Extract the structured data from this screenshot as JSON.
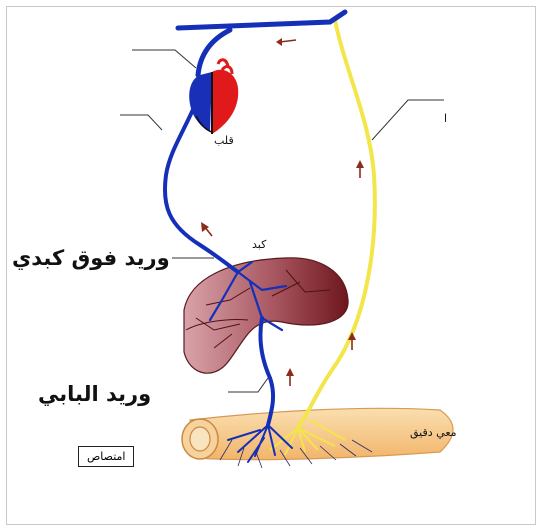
{
  "labels": {
    "heart": "قلب",
    "liver": "كبد",
    "hepatic_vein": "وريد فوق كبدي",
    "portal_vein": "وريد البابي",
    "small_intestine": "معي دقيق",
    "absorption": "امتصاص",
    "partial_right": "ا"
  },
  "colors": {
    "vein": "#1530b8",
    "lymph": "#f2e64a",
    "liver_light": "#c98e96",
    "liver_dark": "#7a1f24",
    "intestine": "#f6c98a",
    "arrow": "#8b2b1c",
    "heart_red": "#e01a1a"
  }
}
